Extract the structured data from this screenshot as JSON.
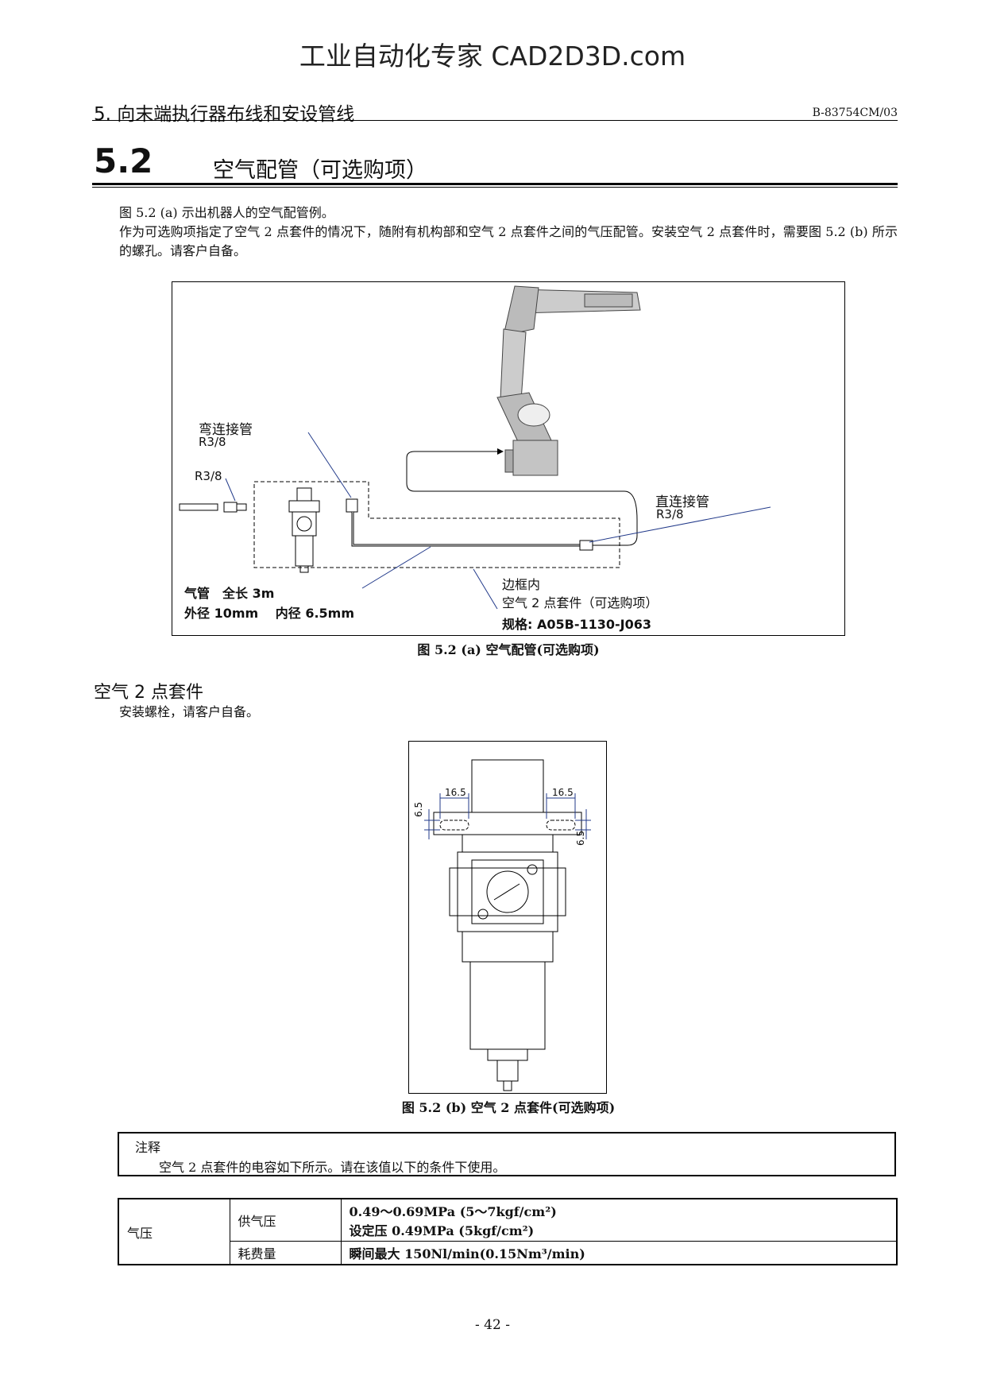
{
  "watermark": "工业自动化专家 CAD2D3D.com",
  "header": {
    "title": "5.  向末端执行器布线和安设管线",
    "code": "B-83754CM/03"
  },
  "section": {
    "number": "5.2",
    "title": "空气配管（可选购项）"
  },
  "intro": [
    "图 5.2 (a)  示出机器人的空气配管例。",
    "作为可选购项指定了空气 2 点套件的情况下，随附有机构部和空气 2 点套件之间的气压配管。安装空气 2 点套件时，需要图 5.2 (b)  所示的螺孔。请客户自备。"
  ],
  "figure_a": {
    "labels": {
      "elbow": "弯连接管",
      "elbow_thread": "R3/8",
      "inlet_thread": "R3/8",
      "straight": "直连接管",
      "straight_thread": "R3/8",
      "hose_line1": "气管　全长 3m",
      "hose_line2": "外径 10mm　 内径 6.5mm",
      "frame_line1": "边框内",
      "frame_line2": "空气 2 点套件（可选购项）",
      "frame_line3": "规格: A05B-1130-J063"
    },
    "caption": "图 5.2 (a)  空气配管(可选购项)"
  },
  "subsection": {
    "title": "空气 2 点套件",
    "text": "安装螺栓，请客户自备。"
  },
  "figure_b": {
    "dims": {
      "left_width": "16.5",
      "right_width": "16.5",
      "left_height": "6.5",
      "right_height": "6.5"
    },
    "caption": "图 5.2 (b)  空气 2 点套件(可选购项)"
  },
  "note": {
    "title": "注释",
    "text": "空气 2 点套件的电容如下所示。请在该值以下的条件下使用。"
  },
  "spec_table": {
    "group": "气压",
    "rows": [
      {
        "item": "供气压",
        "value_line1": "0.49～0.69MPa (5～7kgf/cm²)",
        "value_line2": "设定压 0.49MPa (5kgf/cm²)"
      },
      {
        "item": "耗费量",
        "value_line1": "瞬间最大  150Nl/min(0.15Nm³/min)"
      }
    ]
  },
  "page_number": "- 42 -"
}
